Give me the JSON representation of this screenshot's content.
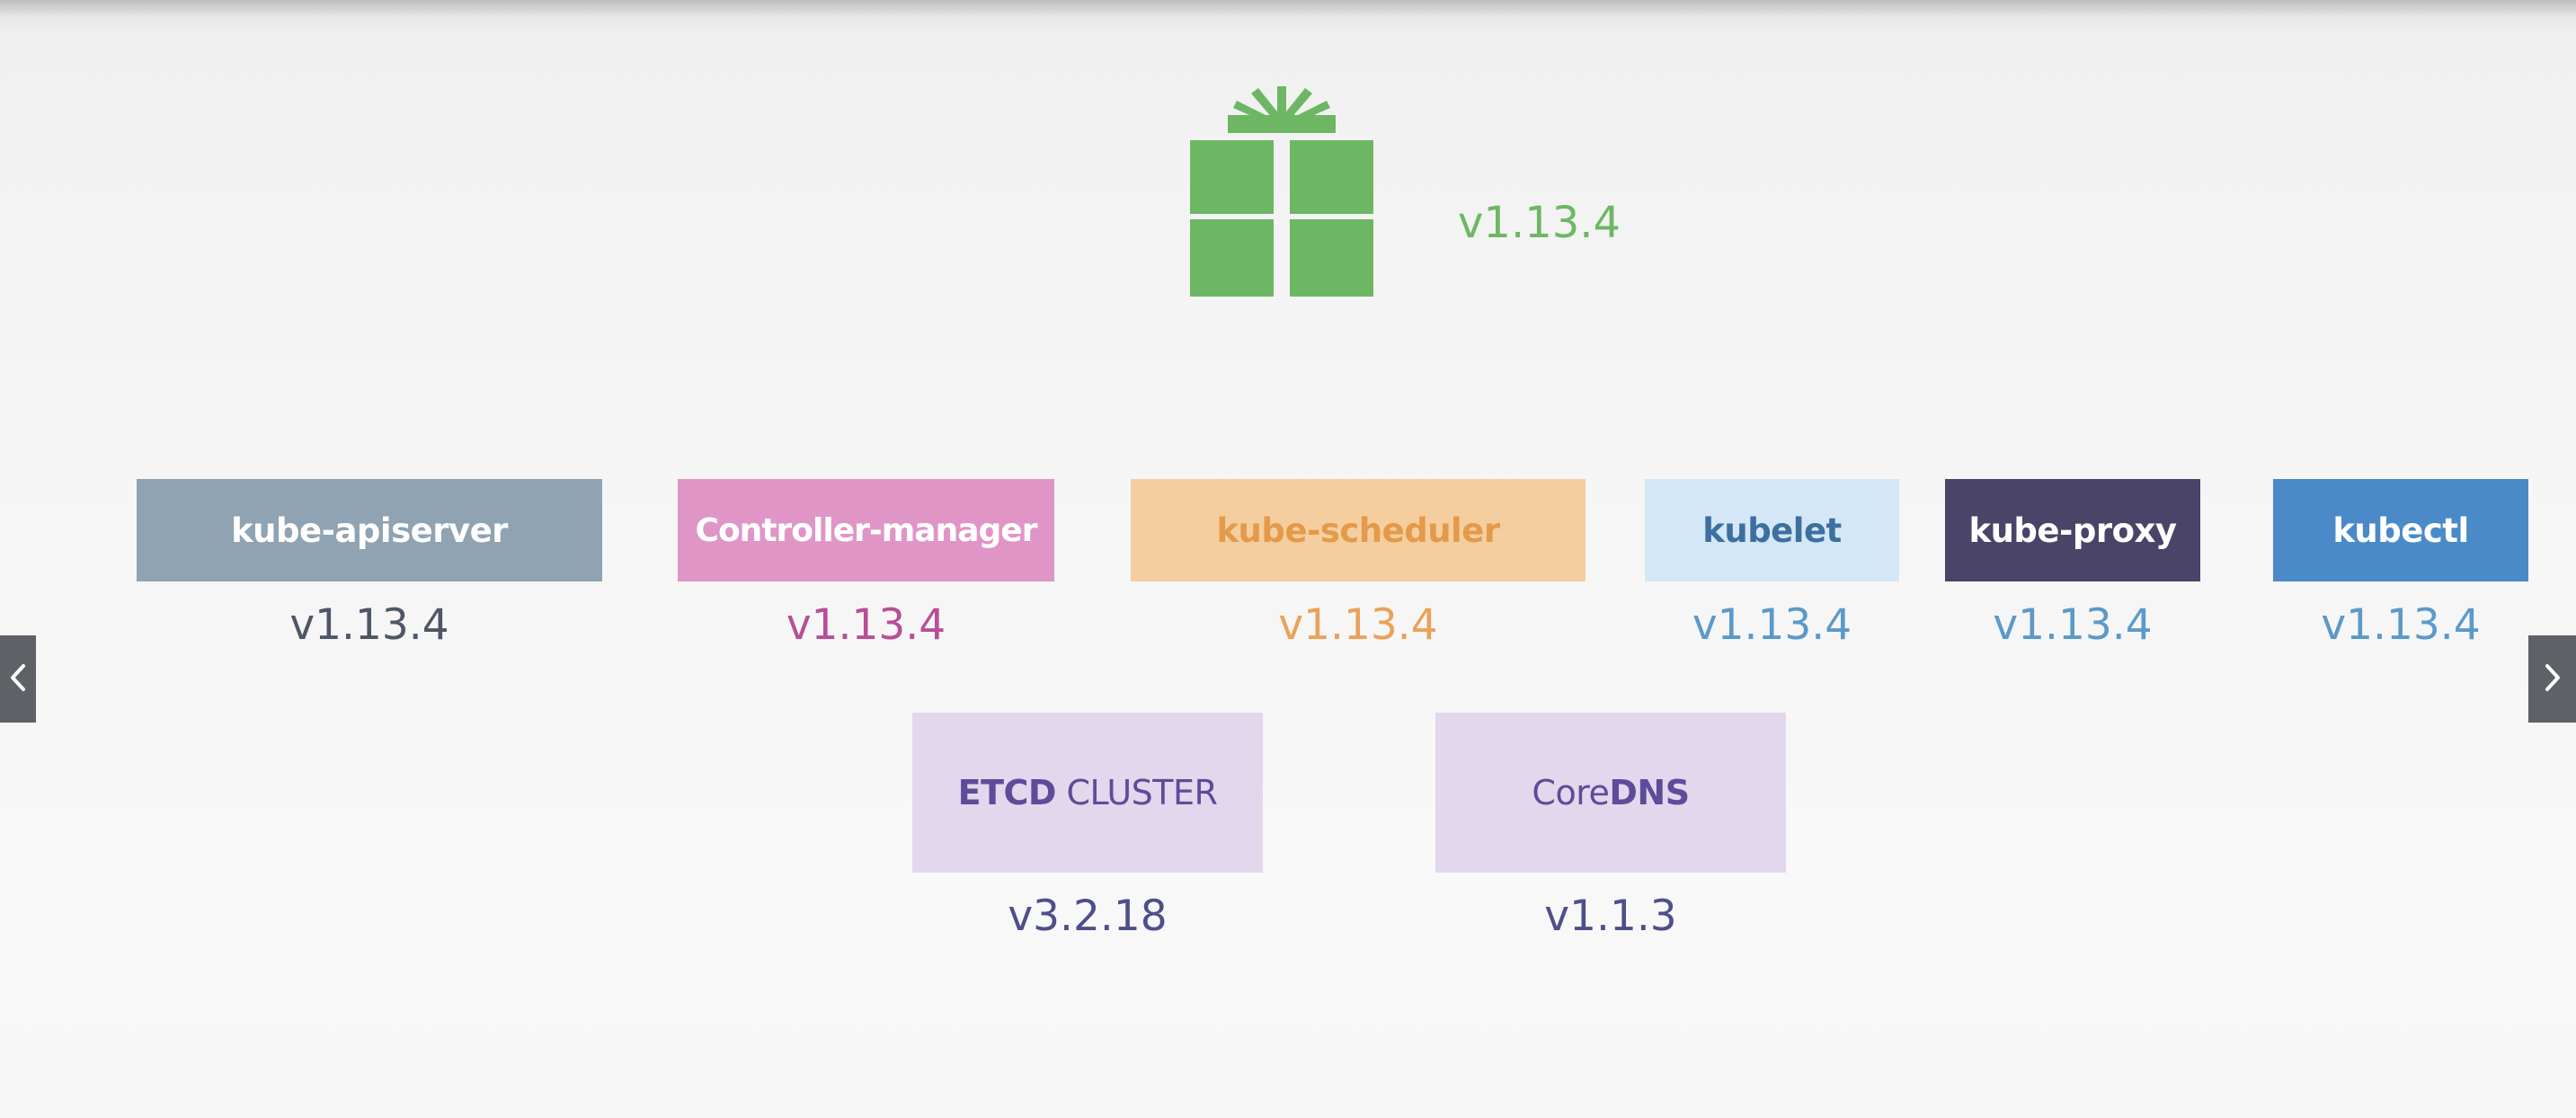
{
  "release": {
    "icon": "gift-icon",
    "version": "v1.13.4",
    "color": "#6db764"
  },
  "components": [
    {
      "name": "kube-apiserver",
      "version": "v1.13.4",
      "color": "#8fa3b3"
    },
    {
      "name": "Controller-manager",
      "version": "v1.13.4",
      "color": "#e095c7"
    },
    {
      "name": "kube-scheduler",
      "version": "v1.13.4",
      "color": "#f4ce9e"
    },
    {
      "name": "kubelet",
      "version": "v1.13.4",
      "color": "#d3e7f6"
    },
    {
      "name": "kube-proxy",
      "version": "v1.13.4",
      "color": "#4a4469"
    },
    {
      "name": "kubectl",
      "version": "v1.13.4",
      "color": "#4a8ac8"
    }
  ],
  "external": [
    {
      "name_bold": "ETCD",
      "name_regular": "CLUSTER",
      "version": "v3.2.18",
      "color": "#e2d7ec"
    },
    {
      "name_regular": "Core",
      "name_bold": "DNS",
      "version": "v1.1.3",
      "color": "#e2d7ec"
    }
  ],
  "navigation": {
    "prev_icon": "chevron-left-icon",
    "next_icon": "chevron-right-icon"
  }
}
